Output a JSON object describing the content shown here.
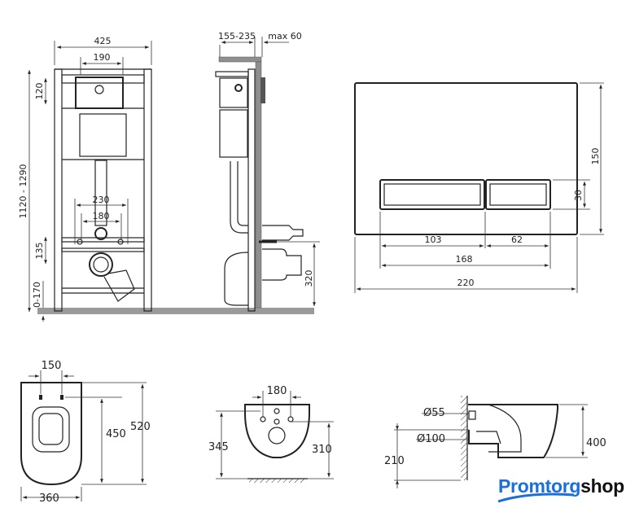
{
  "installation_front": {
    "width_total": "425",
    "width_button": "190",
    "height_button": "120",
    "height_range": "1120 - 1290",
    "width_studs": "230",
    "width_pipes": "180",
    "height_pipes": "135",
    "leg_range": "0-170"
  },
  "installation_side": {
    "depth_range": "155-235",
    "wall_max": "max 60",
    "outlet_height": "320"
  },
  "flush_plate": {
    "height": "150",
    "button_height": "30",
    "left_button": "103",
    "right_button": "62",
    "buttons_width": "168",
    "width": "220"
  },
  "toilet_top": {
    "seat_gap": "150",
    "length": "520",
    "inner_length": "450",
    "width": "360"
  },
  "toilet_rear": {
    "mount_width": "180",
    "height_left": "345",
    "height_right": "310"
  },
  "toilet_side": {
    "inlet_diameter": "Ø55",
    "outlet_diameter": "Ø100",
    "outlet_height": "210",
    "height": "400"
  },
  "logo": {
    "part1": "Promtorg",
    "part2": "shop",
    "color1": "#1a6fd8",
    "color2": "#111111"
  }
}
